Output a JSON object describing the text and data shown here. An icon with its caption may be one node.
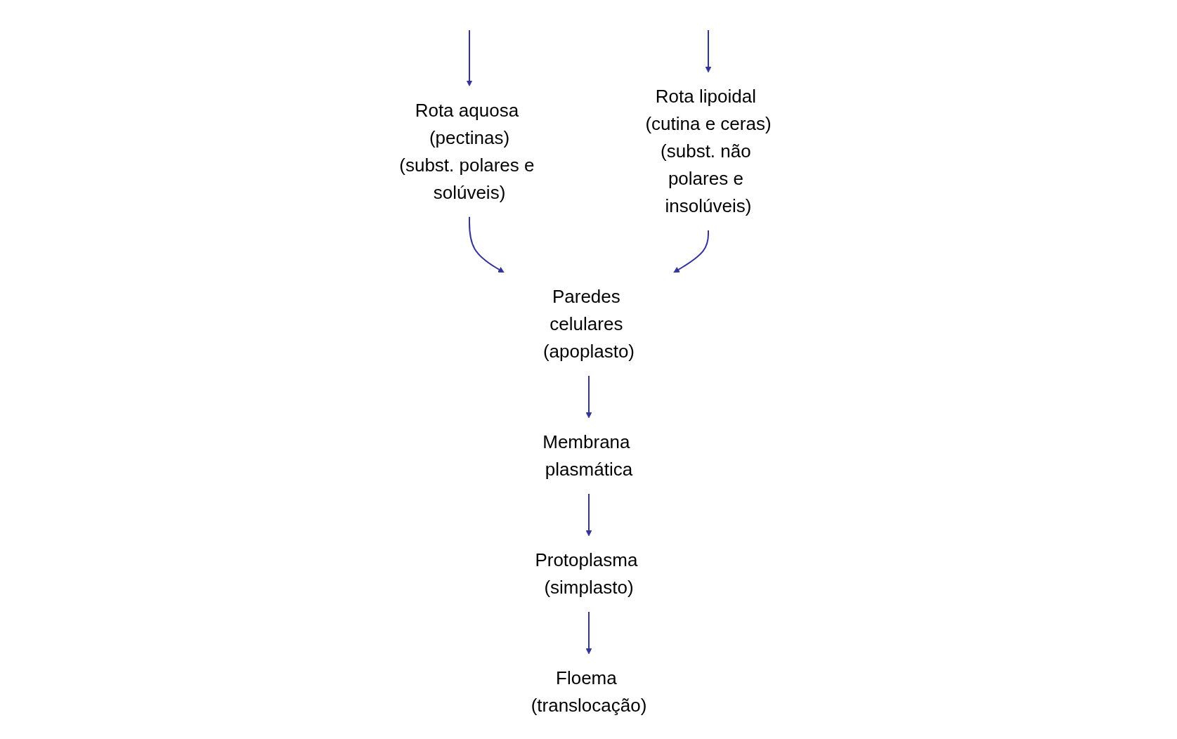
{
  "diagram": {
    "nodes": [
      {
        "text": [
          "Rota aquosa (pectinas)",
          "(subst. polares e solúveis)"
        ]
      },
      {
        "text": [
          "Rota lipoidal (cutina e ceras)",
          "(subst. não polares e insolúveis)"
        ]
      },
      {
        "text": [
          "Paredes celulares (apoplasto)"
        ]
      },
      {
        "text": [
          "Membrana plasmática"
        ]
      },
      {
        "text": [
          "Protoplasma (simplasto)"
        ]
      },
      {
        "text": [
          "Floema (translocação)"
        ]
      }
    ],
    "edges": [
      {
        "from": null,
        "to": 0,
        "arrow": "to"
      },
      {
        "from": null,
        "to": 1,
        "arrow": "to"
      },
      {
        "from": 0,
        "to": 2,
        "arrow": "to"
      },
      {
        "from": 1,
        "to": 2,
        "arrow": "to"
      },
      {
        "from": 2,
        "to": 3,
        "arrow": "to"
      },
      {
        "from": 3,
        "to": 4,
        "arrow": "to"
      },
      {
        "from": 4,
        "to": 5,
        "arrow": "to"
      }
    ]
  }
}
